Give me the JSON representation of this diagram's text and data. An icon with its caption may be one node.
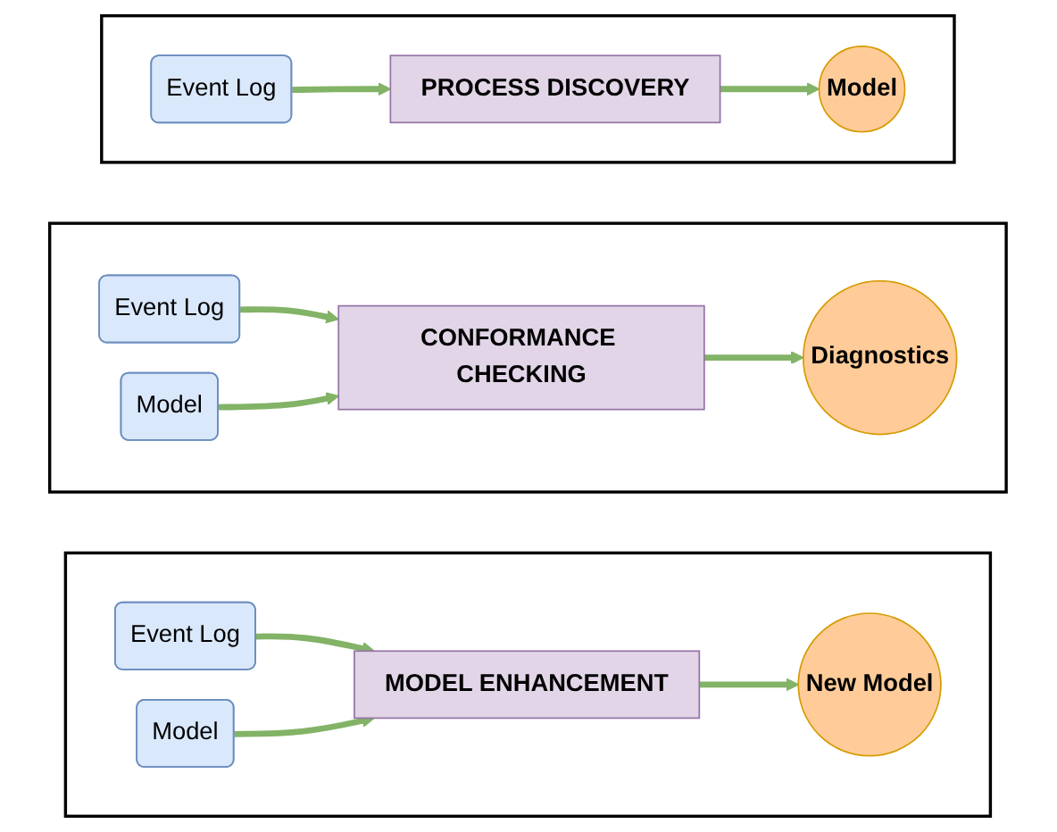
{
  "diagram": {
    "nodes": [
      {
        "text": [],
        "shape": "box"
      },
      {
        "text": [
          "Event Log"
        ],
        "in": 0
      },
      {
        "text": [
          "PROCESS DISCOVERY"
        ],
        "in": 0
      },
      {
        "text": [
          "Model"
        ],
        "in": 0
      },
      {
        "text": [],
        "shape": "box"
      },
      {
        "text": [
          "Event Log"
        ],
        "in": 4
      },
      {
        "text": [
          "Model"
        ],
        "in": 4
      },
      {
        "text": [
          "CONFORMANCE CHECKING"
        ],
        "in": 4
      },
      {
        "text": [
          "Diagnostics"
        ],
        "in": 4
      },
      {
        "text": [],
        "shape": "box"
      },
      {
        "text": [
          "Event Log"
        ],
        "in": 9
      },
      {
        "text": [
          "Model"
        ],
        "in": 9
      },
      {
        "text": [
          "MODEL ENHANCEMENT"
        ],
        "in": 9
      },
      {
        "text": [
          "New Model"
        ],
        "in": 9
      }
    ],
    "edges": [
      {
        "from": 1,
        "to": 2,
        "arrow": "to"
      },
      {
        "from": 2,
        "to": 3,
        "arrow": "to"
      },
      {
        "from": 5,
        "to": 7,
        "arrow": "to"
      },
      {
        "from": 6,
        "to": 7,
        "arrow": "to"
      },
      {
        "from": 7,
        "to": 8,
        "arrow": "to"
      },
      {
        "from": 10,
        "to": 12,
        "arrow": "to"
      },
      {
        "from": 11,
        "to": 12,
        "arrow": "to"
      },
      {
        "from": 12,
        "to": 13,
        "arrow": "to"
      }
    ]
  }
}
